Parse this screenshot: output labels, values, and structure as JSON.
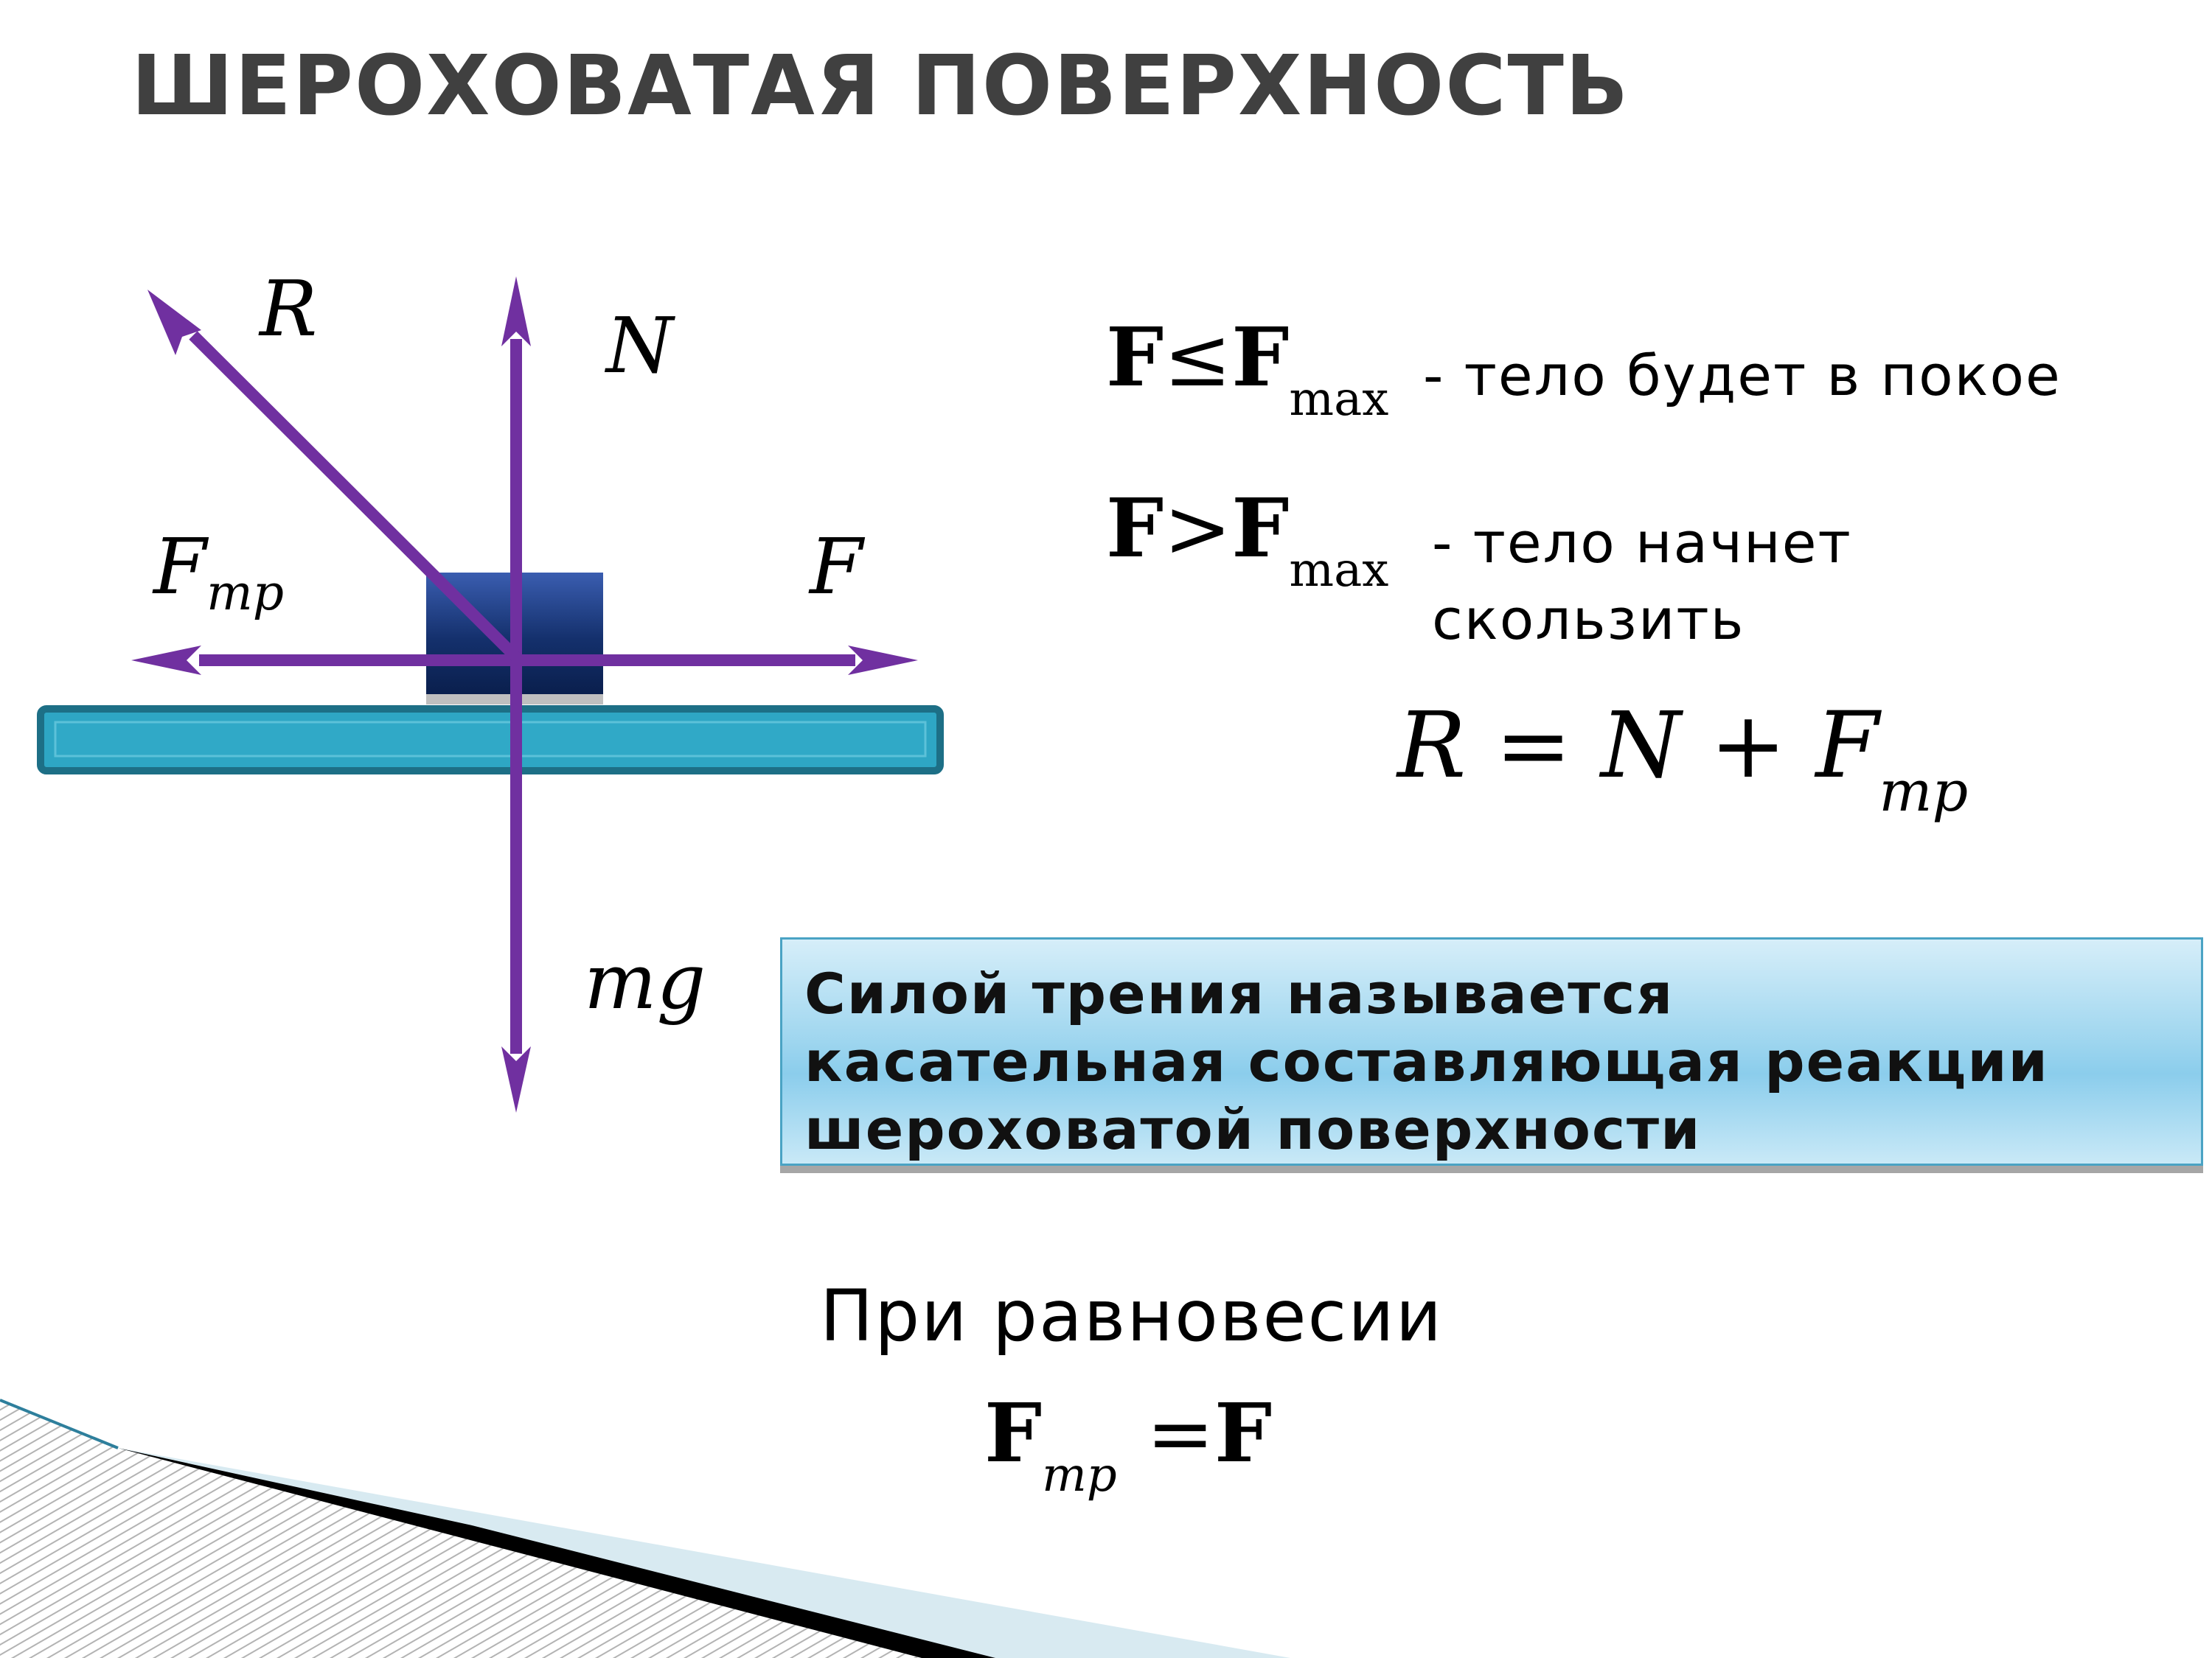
{
  "slide": {
    "title": "ШЕРОХОВАТАЯ ПОВЕРХНОСТЬ"
  },
  "diagram": {
    "force_labels": {
      "reaction": "R",
      "normal": "N",
      "friction_main": "F",
      "friction_sub": "тр",
      "applied": "F",
      "gravity": "mg"
    },
    "colors": {
      "arrow": "#7030a0",
      "block_top": "#2e4f9e",
      "block_bottom": "#0f2a5e",
      "surface": "#2ea6c4",
      "surface_border": "#1d6f86"
    }
  },
  "conditions": [
    {
      "lhs": "F",
      "relation": "≤",
      "rhs": "F",
      "rhs_sub": "max",
      "description": "- тело будет в покое"
    },
    {
      "lhs": "F",
      "relation": ">",
      "rhs": "F",
      "rhs_sub": "max",
      "description": "- тело начнет скользить"
    }
  ],
  "resultant": {
    "text": "R = N + F",
    "sub": "тр"
  },
  "definition": {
    "text": "Силой трения называется\nкасательная составляющая реакции\nшероховатой  поверхности"
  },
  "equilibrium": {
    "label": "При равновесии",
    "lhs": "F",
    "lhs_sub": "тр",
    "relation": "=",
    "rhs": "F"
  }
}
